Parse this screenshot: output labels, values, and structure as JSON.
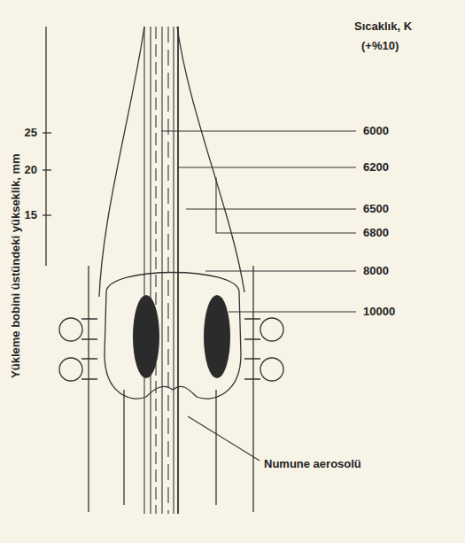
{
  "diagram": {
    "labels": [
      "Yükleme bobini üstündeki yükseklik, mm",
      "25",
      "20",
      "15",
      "Sıcaklık, K",
      "(+%10)",
      "6000",
      "6200",
      "6500",
      "6800",
      "8000",
      "10000",
      "Numune aerosolü"
    ]
  }
}
